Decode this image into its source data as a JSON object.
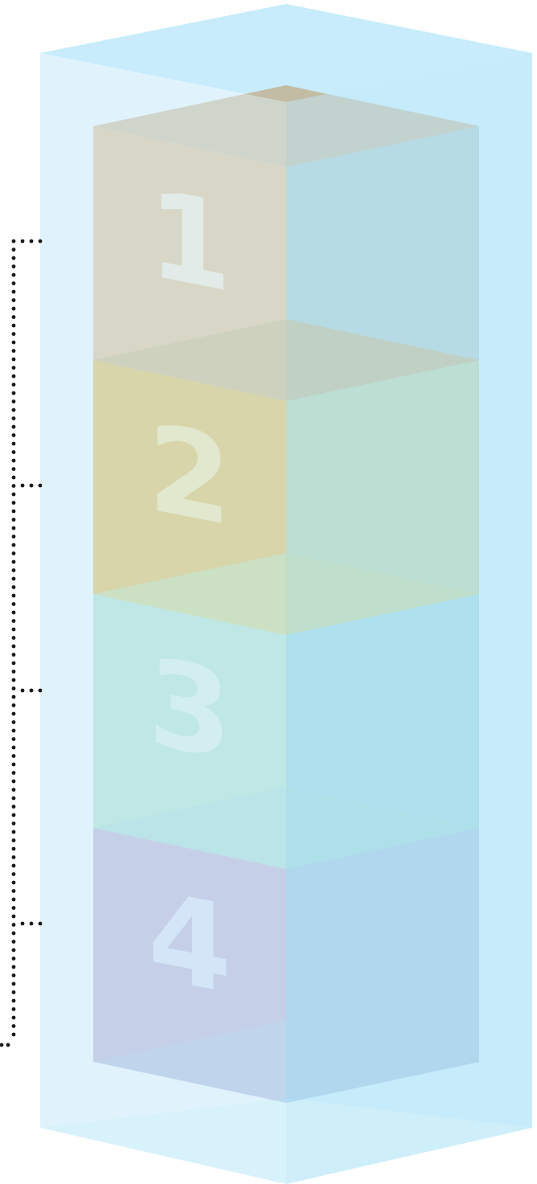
{
  "diagram": {
    "type": "stacked-transparent-cubes",
    "outer_box": {
      "color_top": "#c8ecfb",
      "color_left": "#dbf2fc",
      "color_right": "#bfe8fa",
      "color_bottom": "#b0e4f6"
    },
    "blocks": [
      {
        "label": "1",
        "front": "#d6c19b",
        "side": "#aecfcf",
        "top": "#c2b79a",
        "text_color": "#e8e6d5"
      },
      {
        "label": "2",
        "front": "#d6be66",
        "side": "#b8d5ac",
        "top": "#c2b58a",
        "text_color": "#e6e0a8"
      },
      {
        "label": "3",
        "front": "#a8ded2",
        "side": "#9bd7e0",
        "top": "#bcd39a",
        "text_color": "#cbebe6"
      },
      {
        "label": "4",
        "front": "#b3b5d8",
        "side": "#a1c6e3",
        "top": "#9cd8d8",
        "text_color": "#cddaf0"
      }
    ],
    "connector_color": "#1a1a1a"
  }
}
